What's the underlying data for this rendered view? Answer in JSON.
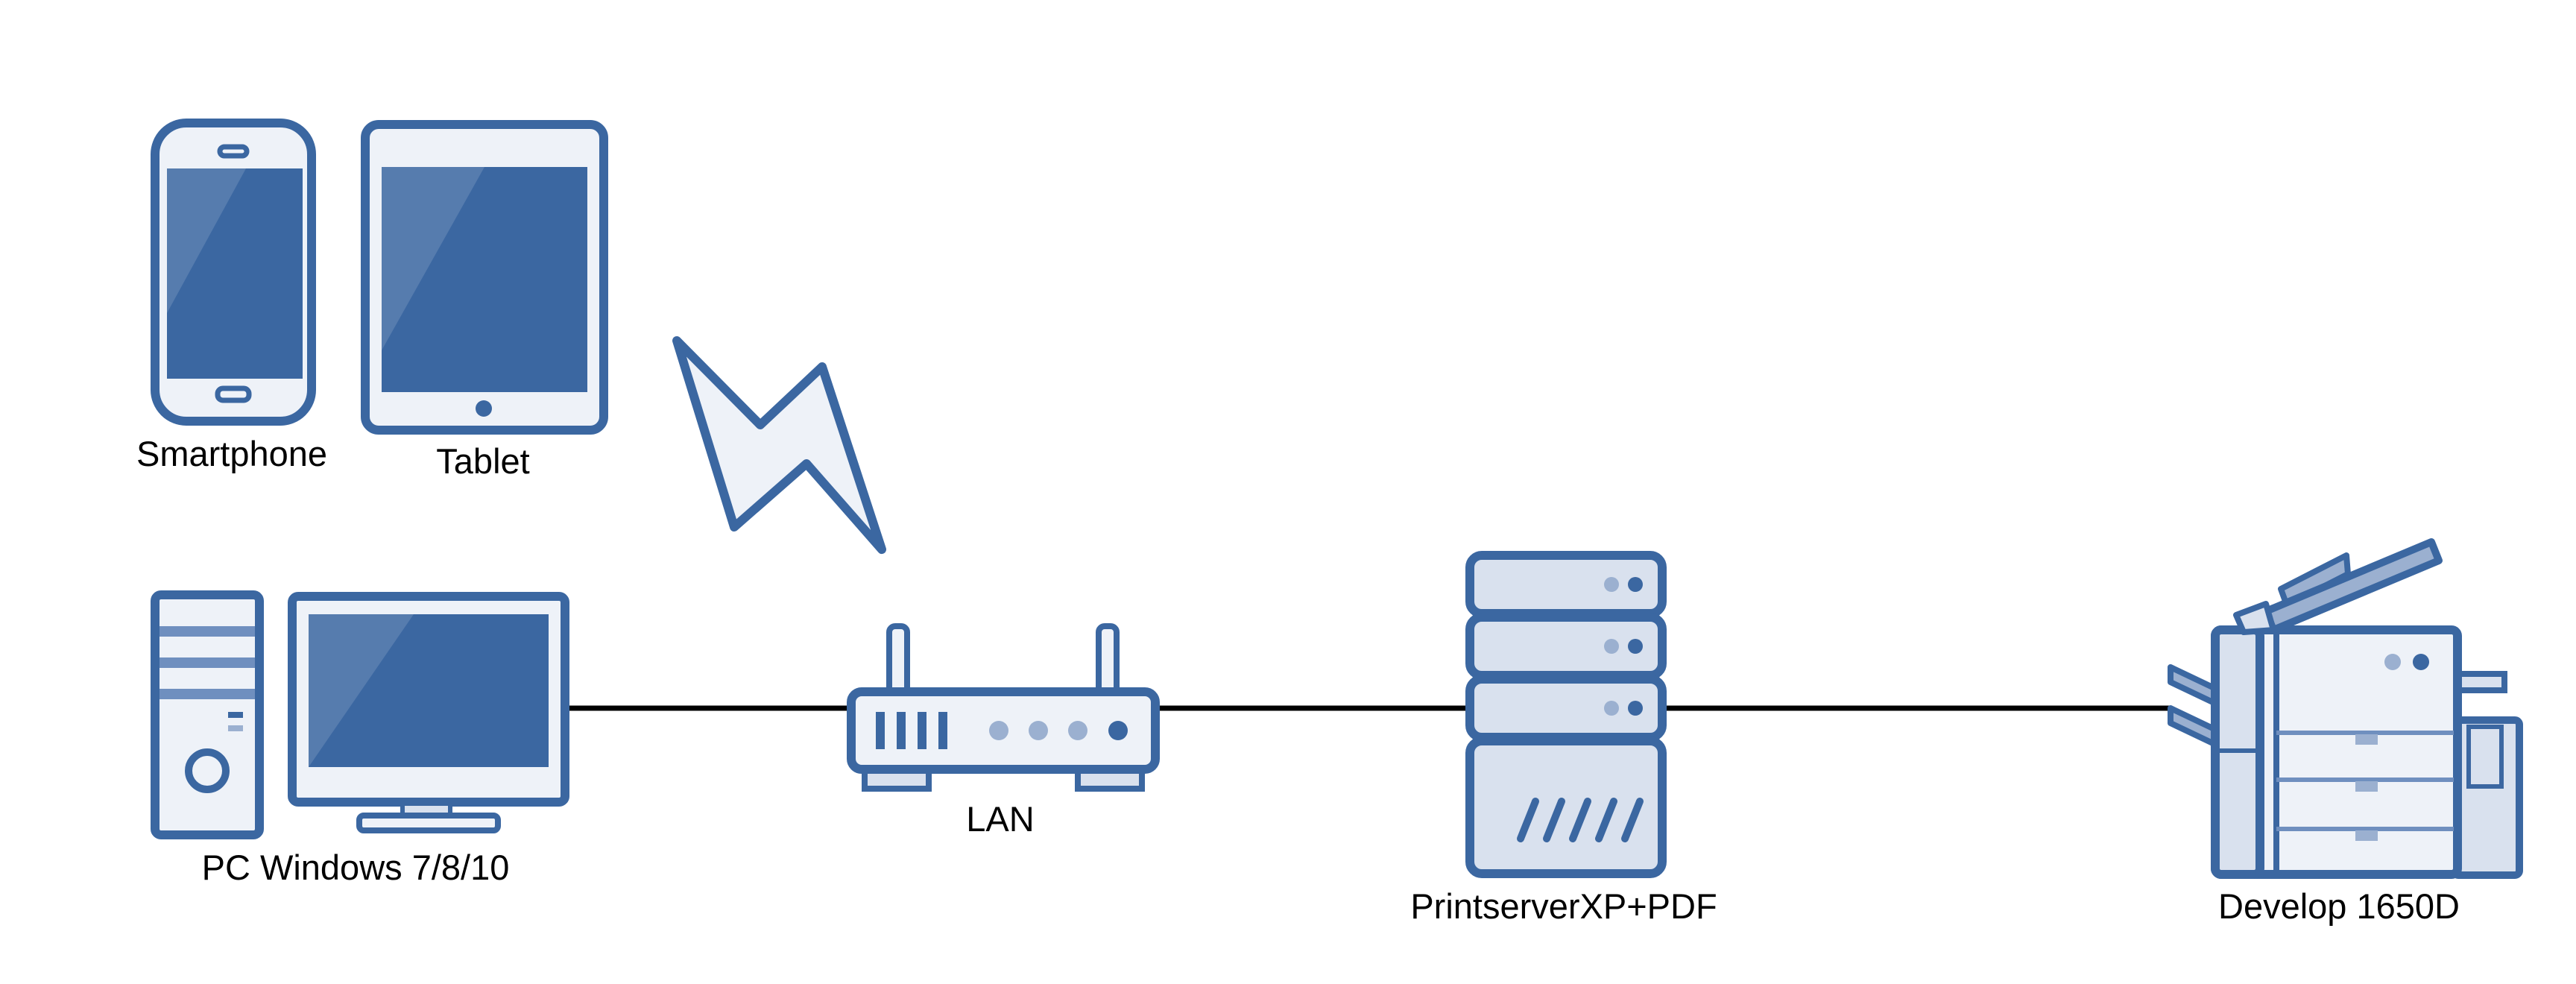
{
  "colors": {
    "stroke": "#3b67a1",
    "screen": "#3b67a1",
    "fill_light": "#eef2f8",
    "fill_mid": "#d9e1ee",
    "panel": "#6f8fbf",
    "dot_light": "#9bb0d0",
    "link": "#000000"
  },
  "devices": {
    "smartphone": {
      "label": "Smartphone",
      "icon": "smartphone-icon"
    },
    "tablet": {
      "label": "Tablet",
      "icon": "tablet-icon"
    },
    "pc": {
      "label": "PC Windows 7/8/10",
      "icon": "desktop-pc-icon"
    },
    "router": {
      "label": "LAN",
      "icon": "router-icon"
    },
    "server": {
      "label": "PrintserverXP+PDF",
      "icon": "server-icon"
    },
    "copier": {
      "label": "Develop 1650D",
      "icon": "copier-icon"
    },
    "wireless": {
      "icon": "lightning-bolt-icon"
    }
  },
  "connections": [
    {
      "from": "pc",
      "to": "router"
    },
    {
      "from": "router",
      "to": "server"
    },
    {
      "from": "server",
      "to": "copier"
    }
  ]
}
